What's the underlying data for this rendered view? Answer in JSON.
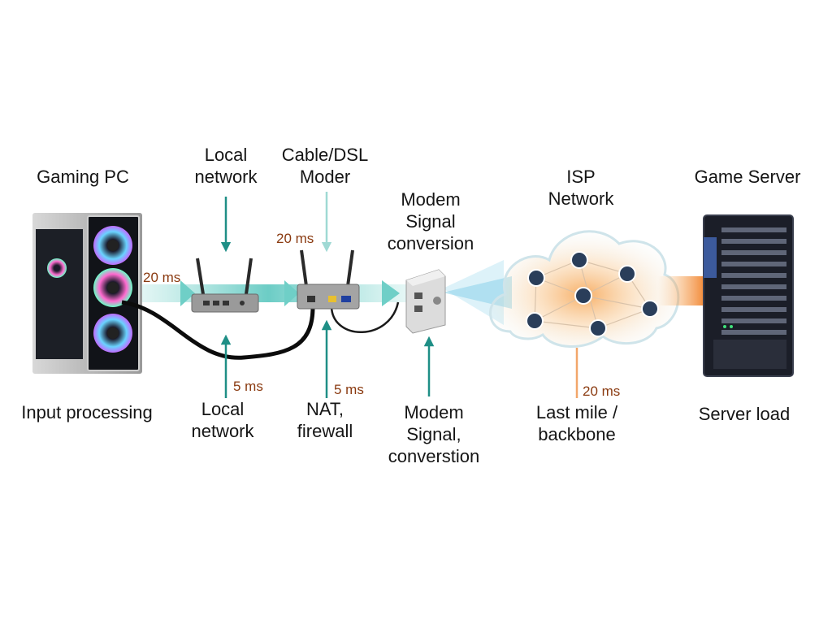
{
  "nodes": {
    "gaming_pc": {
      "title": "Gaming PC",
      "caption": "Input processing"
    },
    "local_network": {
      "title_line1": "Local",
      "title_line2": "network",
      "caption_line1": "Local",
      "caption_line2": "network"
    },
    "modem": {
      "title_line1": "Cable/DSL",
      "title_line2": "Moder",
      "caption_line1": "NAT,",
      "caption_line2": "firewall"
    },
    "modem_box": {
      "title_line1": "Modem",
      "title_line2": "Signal",
      "title_line3": "conversion",
      "caption_line1": "Modem",
      "caption_line2": "Signal,",
      "caption_line3": "converstion"
    },
    "isp": {
      "title_line1": "ISP",
      "title_line2": "Network",
      "caption_line1": "Last mile /",
      "caption_line2": "backbone"
    },
    "server": {
      "title": "Game Server",
      "caption": "Server load"
    }
  },
  "latencies": {
    "pc_link": "20 ms",
    "modem_top": "20 ms",
    "local_bottom": "5 ms",
    "modem_bottom": "5 ms",
    "isp_bottom": "20 ms"
  },
  "colors": {
    "teal": "#1f8f86",
    "flow": "#7fd6cf",
    "latency_text": "#8a3a10",
    "heat": "#f08a2a"
  }
}
